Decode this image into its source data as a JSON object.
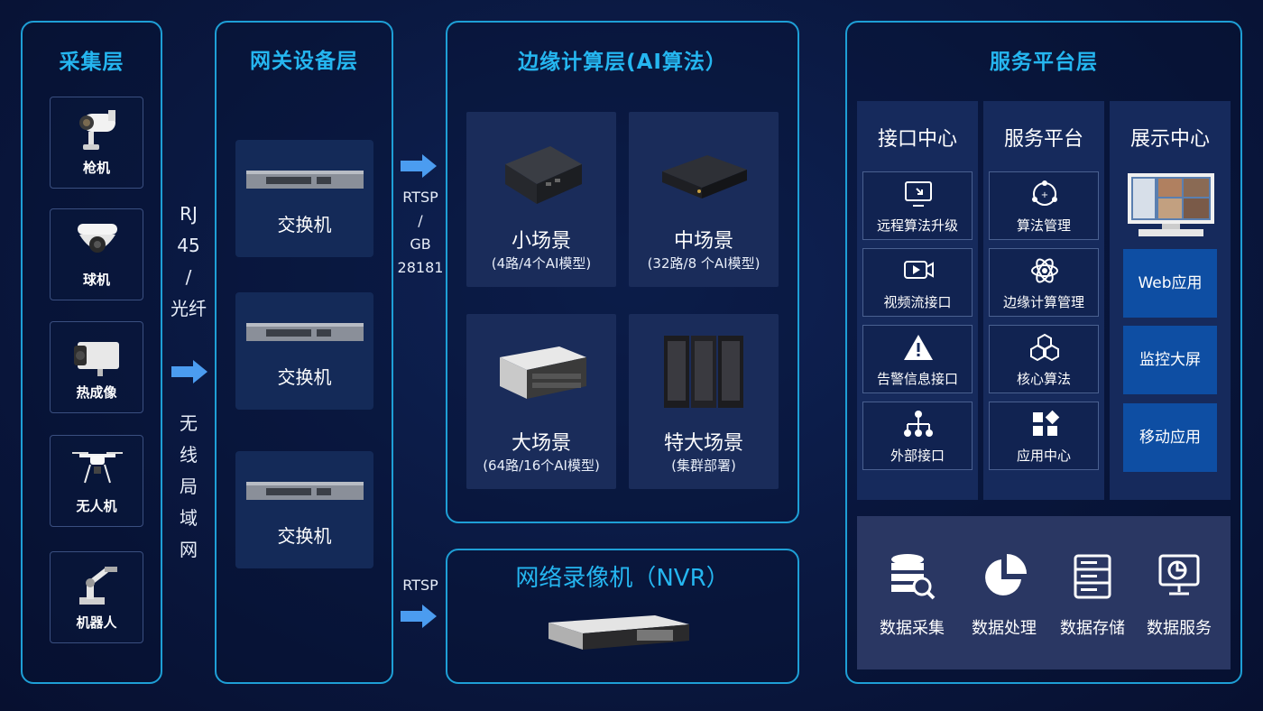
{
  "layers": {
    "collection": {
      "title": "采集层",
      "devices": [
        {
          "label": "枪机",
          "icon": "bullet-camera-icon"
        },
        {
          "label": "球机",
          "icon": "dome-camera-icon"
        },
        {
          "label": "热成像",
          "icon": "thermal-camera-icon"
        },
        {
          "label": "无人机",
          "icon": "drone-icon"
        },
        {
          "label": "机器人",
          "icon": "robot-arm-icon"
        }
      ]
    },
    "link_collection_gateway": {
      "top": [
        "RJ",
        "45",
        "/",
        "光纤"
      ],
      "bottom": [
        "无",
        "线",
        "局",
        "域",
        "网"
      ]
    },
    "gateway": {
      "title": "网关设备层",
      "switches": [
        {
          "label": "交换机"
        },
        {
          "label": "交换机"
        },
        {
          "label": "交换机"
        }
      ]
    },
    "link_gateway_edge": [
      "RTSP",
      "/",
      "GB",
      "28181"
    ],
    "link_gateway_nvr": "RTSP",
    "edge": {
      "title": "边缘计算层(AI算法）",
      "scenes": [
        {
          "name": "小场景",
          "sub": "(4路/4个AI模型)",
          "icon": "mini-pc-icon"
        },
        {
          "name": "中场景",
          "sub": "(32路/8 个AI模型)",
          "icon": "edge-box-icon"
        },
        {
          "name": "大场景",
          "sub": "(64路/16个AI模型)",
          "icon": "rack-server-icon"
        },
        {
          "name": "特大场景",
          "sub": "(集群部署)",
          "icon": "server-cluster-icon"
        }
      ]
    },
    "nvr": {
      "title": "网络录像机（NVR）",
      "icon": "nvr-device-icon"
    },
    "service": {
      "title": "服务平台层",
      "columns": [
        {
          "header": "接口中心",
          "items": [
            {
              "label": "远程算法升级",
              "icon": "remote-monitor-icon"
            },
            {
              "label": "视频流接口",
              "icon": "video-stream-icon"
            },
            {
              "label": "告警信息接口",
              "icon": "warning-icon"
            },
            {
              "label": "外部接口",
              "icon": "network-tree-icon"
            }
          ]
        },
        {
          "header": "服务平台",
          "items": [
            {
              "label": "算法管理",
              "icon": "algorithm-icon"
            },
            {
              "label": "边缘计算管理",
              "icon": "atom-icon"
            },
            {
              "label": "核心算法",
              "icon": "cubes-icon"
            },
            {
              "label": "应用中心",
              "icon": "app-grid-icon"
            }
          ]
        },
        {
          "header": "展示中心",
          "screen_icon": "display-screen-icon",
          "buttons": [
            {
              "label": "Web应用"
            },
            {
              "label": "监控大屏"
            },
            {
              "label": "移动应用"
            }
          ]
        }
      ],
      "data_services": [
        {
          "label": "数据采集",
          "icon": "database-search-icon"
        },
        {
          "label": "数据处理",
          "icon": "pie-chart-icon"
        },
        {
          "label": "数据存储",
          "icon": "storage-list-icon"
        },
        {
          "label": "数据服务",
          "icon": "data-service-icon"
        }
      ]
    }
  },
  "colors": {
    "accent": "#25b6f0",
    "border": "#1e9fd6",
    "card": "#1a2c5a",
    "button": "#0e4ea3",
    "arrow": "#4b9cf0"
  }
}
